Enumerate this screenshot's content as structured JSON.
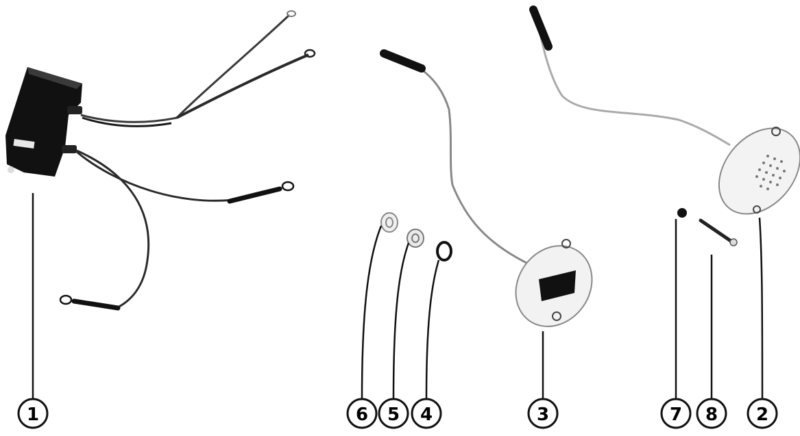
{
  "colors": {
    "ink": "#0a0a0a",
    "wire": "#2a2a2a",
    "wire_light": "#9a9a9a",
    "body_dark": "#111111",
    "plate": "#f1f1f1",
    "plate_edge": "#8a8a8a",
    "background": "#ffffff"
  },
  "callouts": [
    {
      "id": "c1",
      "label": "1"
    },
    {
      "id": "c6",
      "label": "6"
    },
    {
      "id": "c5",
      "label": "5"
    },
    {
      "id": "c4",
      "label": "4"
    },
    {
      "id": "c3",
      "label": "3"
    },
    {
      "id": "c7",
      "label": "7"
    },
    {
      "id": "c8",
      "label": "8"
    },
    {
      "id": "c2",
      "label": "2"
    }
  ]
}
